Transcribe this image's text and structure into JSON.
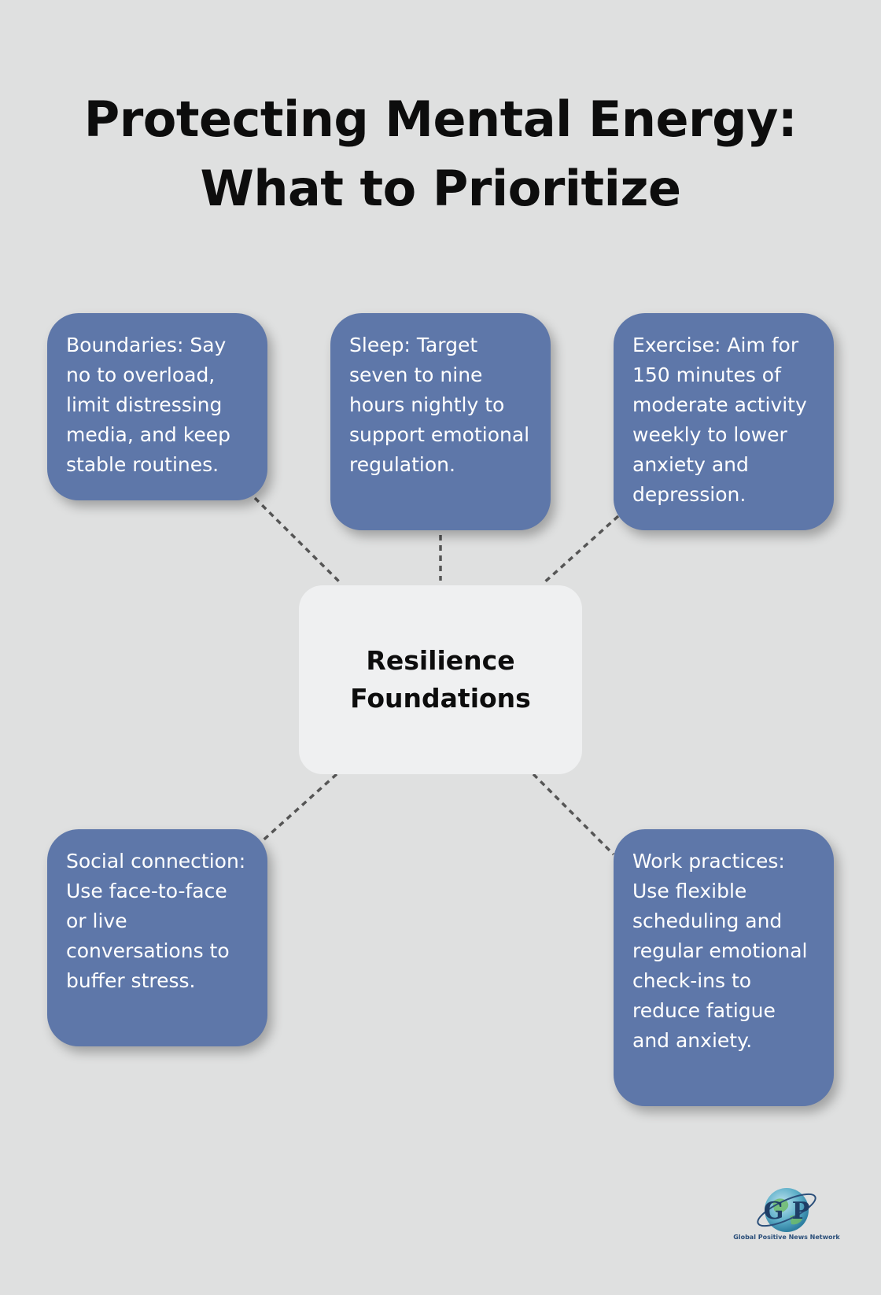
{
  "title": {
    "line1": "Protecting Mental Energy:",
    "line2": "What to Prioritize"
  },
  "center_node": {
    "line1": "Resilience",
    "line2": "Foundations"
  },
  "nodes": [
    {
      "text": "Boundaries: Say no to overload, limit distressing media, and keep stable routines."
    },
    {
      "text": "Sleep: Target seven to nine hours nightly to support emotional regulation."
    },
    {
      "text": "Exercise: Aim for 150 minutes of moderate activity weekly to lower anxiety and depression."
    },
    {
      "text": "Social connection: Use face-to-face or live conversations to buffer stress."
    },
    {
      "text": "Work practices: Use flexible scheduling and regular emotional check-ins to reduce fatigue and anxiety."
    }
  ],
  "logo": {
    "mark": "G P",
    "name": "Global Positive News Network"
  },
  "colors": {
    "background": "#dfe0e0",
    "node_fill": "#5e77a9",
    "center_fill": "#eff0f1",
    "connector": "#555555"
  }
}
